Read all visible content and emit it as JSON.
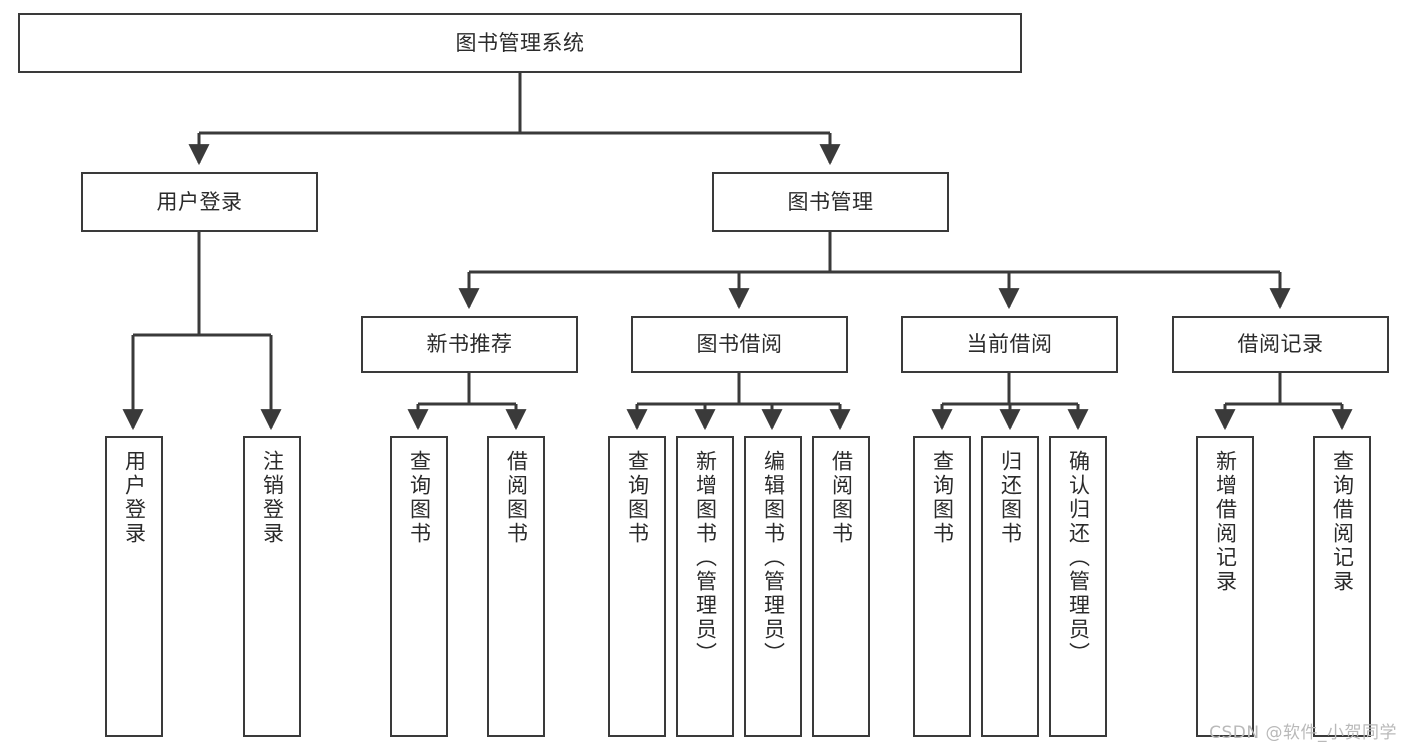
{
  "diagram": {
    "type": "tree",
    "title": "图书管理系统",
    "orientation": "top-down",
    "colors": {
      "box_border": "#3a3a3a",
      "box_fill": "#ffffff",
      "connector": "#3a3a3a",
      "text": "#2b2b2b",
      "watermark": "#b9b9b9",
      "background": "#ffffff"
    },
    "root": {
      "label": "图书管理系统"
    },
    "level2": [
      {
        "label": "用户登录"
      },
      {
        "label": "图书管理"
      }
    ],
    "level3": [
      {
        "label": "新书推荐"
      },
      {
        "label": "图书借阅"
      },
      {
        "label": "当前借阅"
      },
      {
        "label": "借阅记录"
      }
    ],
    "leaves": {
      "user_login": [
        {
          "label": "用户登录"
        },
        {
          "label": "注销登录"
        }
      ],
      "new_book_recommend": [
        {
          "label": "查询图书"
        },
        {
          "label": "借阅图书"
        }
      ],
      "book_borrow": [
        {
          "label": "查询图书"
        },
        {
          "label": "新增图书（管理员）"
        },
        {
          "label": "编辑图书（管理员）"
        },
        {
          "label": "借阅图书"
        }
      ],
      "current_borrow": [
        {
          "label": "查询图书"
        },
        {
          "label": "归还图书"
        },
        {
          "label": "确认归还（管理员）"
        }
      ],
      "borrow_record": [
        {
          "label": "新增借阅记录"
        },
        {
          "label": "查询借阅记录"
        }
      ]
    }
  },
  "watermark": {
    "text": "CSDN @软件_小贺同学"
  }
}
